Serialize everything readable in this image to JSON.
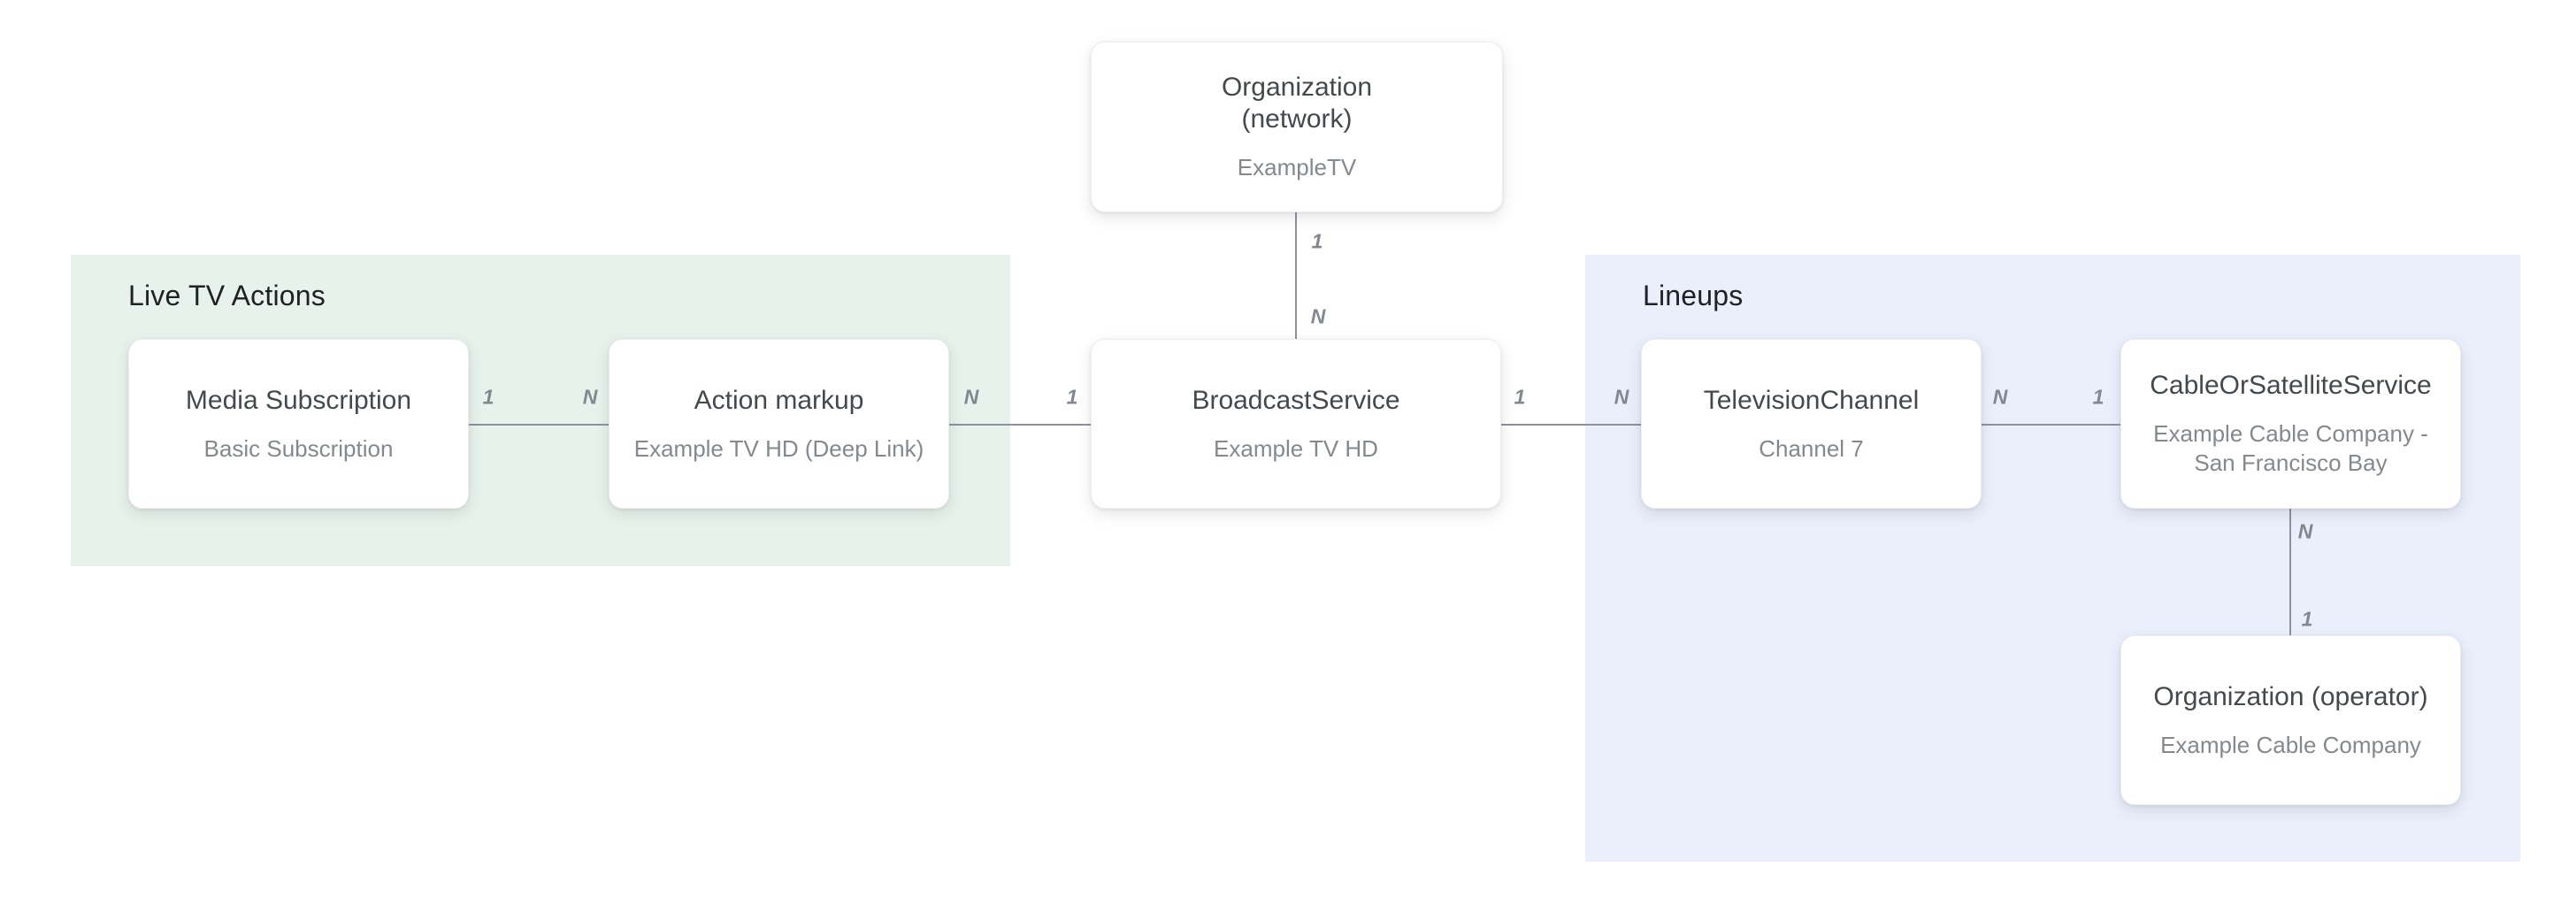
{
  "diagram": {
    "regions": {
      "live_tv_actions": {
        "label": "Live TV Actions",
        "color": "#e8f2ec"
      },
      "lineups": {
        "label": "Lineups",
        "color": "#eaeffb"
      }
    },
    "nodes": {
      "org_network": {
        "title": "Organization\n(network)",
        "subtitle": "ExampleTV"
      },
      "media_subscription": {
        "title": "Media Subscription",
        "subtitle": "Basic Subscription"
      },
      "action_markup": {
        "title": "Action markup",
        "subtitle": "Example TV HD (Deep Link)"
      },
      "broadcast_service": {
        "title": "BroadcastService",
        "subtitle": "Example TV HD"
      },
      "television_channel": {
        "title": "TelevisionChannel",
        "subtitle": "Channel 7"
      },
      "cable_or_satellite": {
        "title": "CableOrSatelliteService",
        "subtitle": "Example Cable Company -\nSan Francisco Bay"
      },
      "org_operator": {
        "title": "Organization (operator)",
        "subtitle": "Example Cable Company"
      }
    },
    "edges": {
      "network_to_broadcast": {
        "from_label": "1",
        "to_label": "N"
      },
      "mediasub_to_action": {
        "from_label": "1",
        "to_label": "N"
      },
      "action_to_broadcast": {
        "from_label": "N",
        "to_label": "1"
      },
      "broadcast_to_channel": {
        "from_label": "1",
        "to_label": "N"
      },
      "channel_to_cable": {
        "from_label": "N",
        "to_label": "1"
      },
      "cable_to_operator": {
        "from_label": "N",
        "to_label": "1"
      }
    },
    "colors": {
      "node_bg": "#ffffff",
      "line": "#8d939a",
      "title_text": "#44494e",
      "subtitle_text": "#84898f",
      "cardinality_text": "#82888e",
      "region_label_text": "#202124"
    }
  }
}
